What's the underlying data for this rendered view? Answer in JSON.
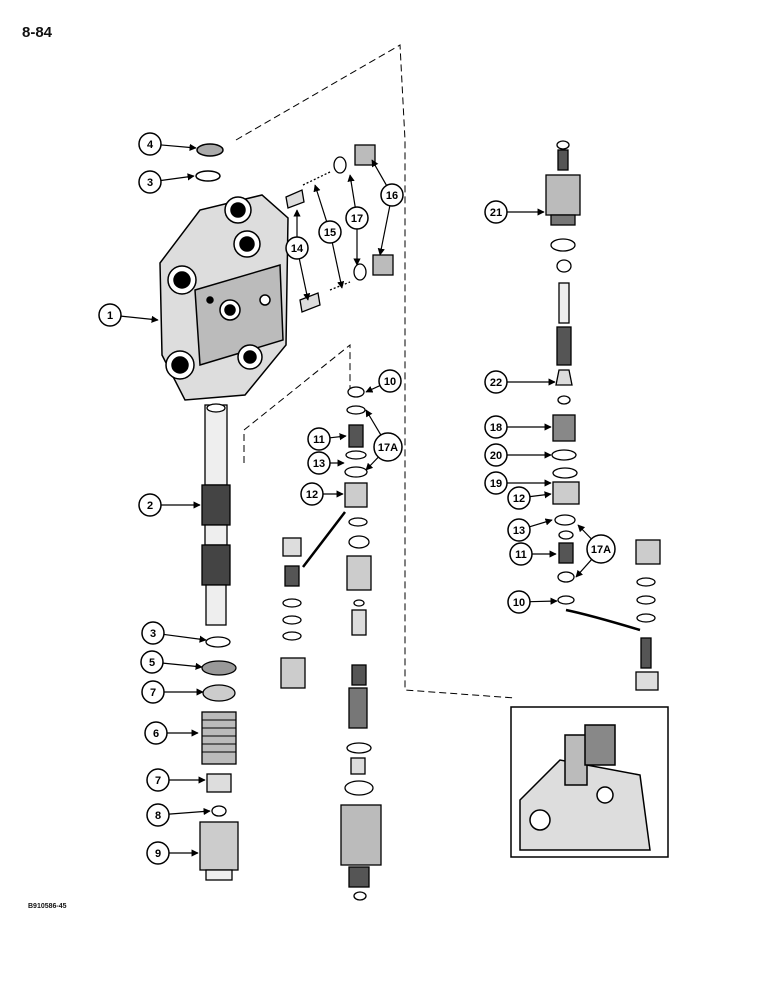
{
  "page_number": "8-84",
  "figure_code": "B910586-45",
  "callouts": [
    {
      "id": "c4",
      "label": "4"
    },
    {
      "id": "c3a",
      "label": "3"
    },
    {
      "id": "c1",
      "label": "1"
    },
    {
      "id": "c14",
      "label": "14"
    },
    {
      "id": "c15",
      "label": "15"
    },
    {
      "id": "c17",
      "label": "17"
    },
    {
      "id": "c16",
      "label": "16"
    },
    {
      "id": "c2",
      "label": "2"
    },
    {
      "id": "c3b",
      "label": "3"
    },
    {
      "id": "c5",
      "label": "5"
    },
    {
      "id": "c7a",
      "label": "7"
    },
    {
      "id": "c6",
      "label": "6"
    },
    {
      "id": "c7b",
      "label": "7"
    },
    {
      "id": "c8",
      "label": "8"
    },
    {
      "id": "c9",
      "label": "9"
    },
    {
      "id": "c10a",
      "label": "10"
    },
    {
      "id": "c11a",
      "label": "11"
    },
    {
      "id": "c13a",
      "label": "13"
    },
    {
      "id": "c17Aa",
      "label": "17A"
    },
    {
      "id": "c12a",
      "label": "12"
    },
    {
      "id": "c21",
      "label": "21"
    },
    {
      "id": "c22",
      "label": "22"
    },
    {
      "id": "c18",
      "label": "18"
    },
    {
      "id": "c20",
      "label": "20"
    },
    {
      "id": "c19",
      "label": "19"
    },
    {
      "id": "c12b",
      "label": "12"
    },
    {
      "id": "c13b",
      "label": "13"
    },
    {
      "id": "c11b",
      "label": "11"
    },
    {
      "id": "c17Ab",
      "label": "17A"
    },
    {
      "id": "c10b",
      "label": "10"
    }
  ]
}
